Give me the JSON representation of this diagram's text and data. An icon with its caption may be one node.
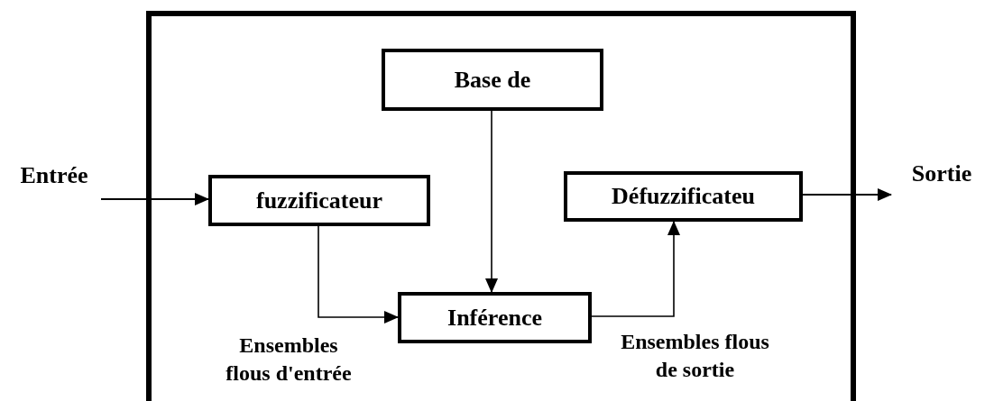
{
  "diagram": {
    "nodes": [
      {
        "text": [],
        "shape": "box"
      },
      {
        "text": [
          "Base de"
        ],
        "in": 0
      },
      {
        "text": [
          "fuzzificateur"
        ],
        "in": 0
      },
      {
        "text": [
          "Inférence"
        ],
        "in": 0
      },
      {
        "text": [
          "Défuzzificateu"
        ],
        "in": 0
      },
      {
        "text": [
          "Entrée"
        ]
      },
      {
        "text": [
          "Sortie"
        ]
      }
    ],
    "edges": [
      {
        "from": 5,
        "to": 2,
        "arrow": "to"
      },
      {
        "from": 1,
        "to": 3,
        "arrow": "to"
      },
      {
        "from": 2,
        "to": 3,
        "arrow": "to",
        "label": "Ensembles flous d'entrée"
      },
      {
        "from": 3,
        "to": 4,
        "arrow": "to",
        "label": "Ensembles flous de sortie"
      },
      {
        "from": 4,
        "to": 6,
        "arrow": "to"
      }
    ]
  }
}
